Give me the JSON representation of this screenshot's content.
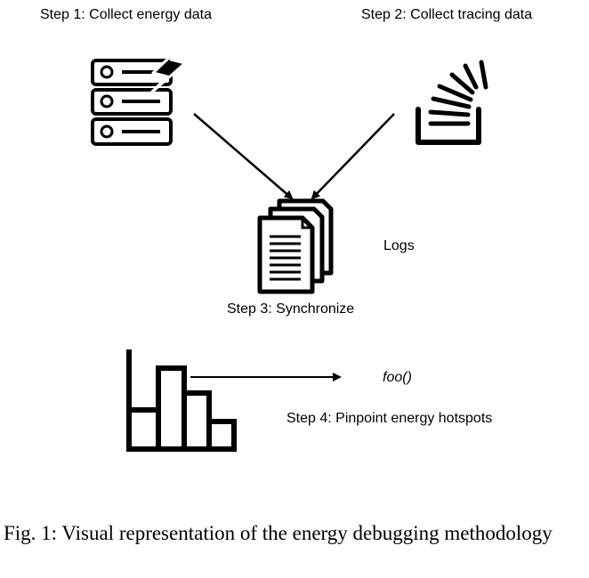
{
  "steps": {
    "step1": "Step 1: Collect energy data",
    "step2": "Step 2: Collect tracing data",
    "step3": "Step 3: Synchronize",
    "step4": "Step 4: Pinpoint energy hotspots"
  },
  "logs_label": "Logs",
  "function_label": "foo()",
  "caption": "Fig. 1: Visual representation of the energy debugging methodology",
  "icons": [
    "server-energy-icon",
    "trace-stream-icon",
    "documents-stack-icon",
    "bar-chart-icon"
  ]
}
